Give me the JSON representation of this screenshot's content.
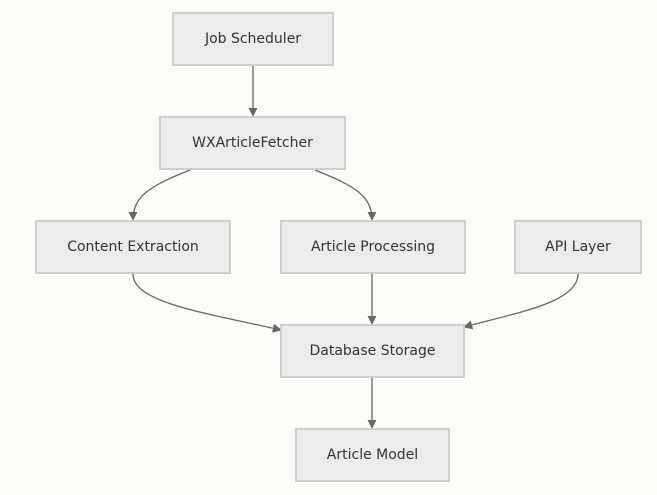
{
  "diagram": {
    "nodes": {
      "job_scheduler": "Job Scheduler",
      "wx_article_fetcher": "WXArticleFetcher",
      "content_extraction": "Content Extraction",
      "article_processing": "Article Processing",
      "api_layer": "API Layer",
      "database_storage": "Database Storage",
      "article_model": "Article Model"
    },
    "edges": [
      {
        "from": "job_scheduler",
        "to": "wx_article_fetcher"
      },
      {
        "from": "wx_article_fetcher",
        "to": "content_extraction"
      },
      {
        "from": "wx_article_fetcher",
        "to": "article_processing"
      },
      {
        "from": "content_extraction",
        "to": "database_storage"
      },
      {
        "from": "article_processing",
        "to": "database_storage"
      },
      {
        "from": "api_layer",
        "to": "database_storage"
      },
      {
        "from": "database_storage",
        "to": "article_model"
      }
    ],
    "colors": {
      "background": "#fcfbf8",
      "node_fill": "#ececec",
      "node_border": "#cfcfcf",
      "edge": "#666666",
      "text": "#333333"
    }
  }
}
